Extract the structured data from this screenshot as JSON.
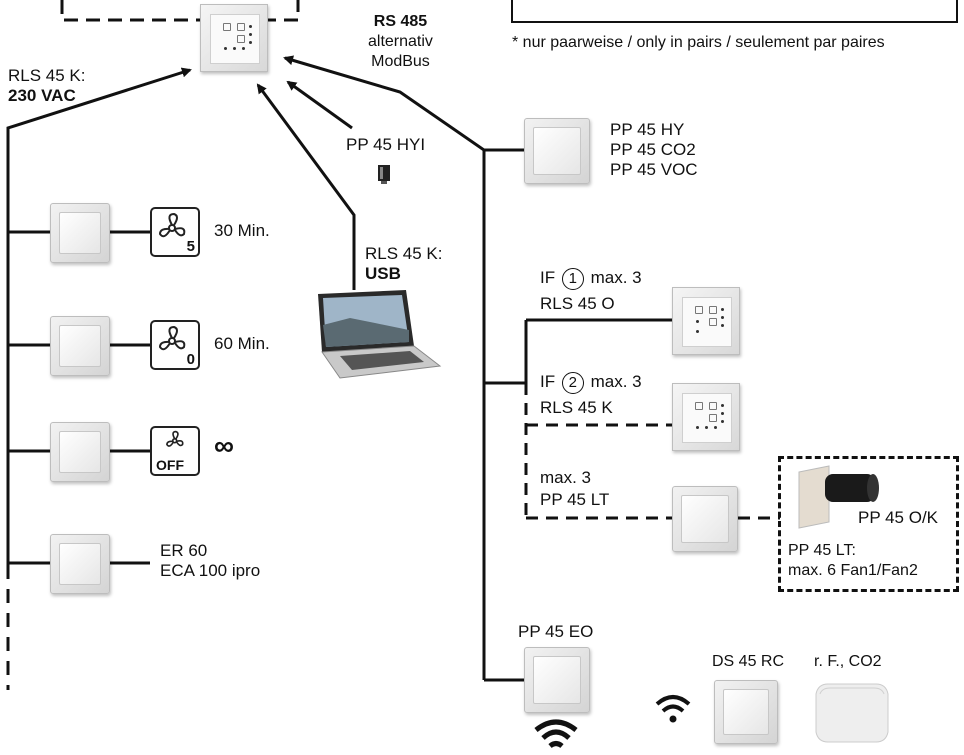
{
  "labels": {
    "rs485_title": "RS 485",
    "rs485_alt1": "alternativ",
    "rs485_alt2": "ModBus",
    "note": "* nur paarweise / only in pairs / seulement par paires",
    "rls45k_power_1": "RLS 45 K:",
    "rls45k_power_2": "230 VAC",
    "pp45hyi": "PP 45 HYI",
    "rls45k_usb_1": "RLS 45 K:",
    "rls45k_usb_2": "USB",
    "sensors_1": "PP 45 HY",
    "sensors_2": "PP 45 CO2",
    "sensors_3": "PP 45 VOC",
    "if1_pre": "IF",
    "if1_num": "1",
    "if1_post": "max. 3",
    "if1_name": "RLS 45 O",
    "if2_pre": "IF",
    "if2_num": "2",
    "if2_post": "max. 3",
    "if2_name": "RLS 45 K",
    "lt_count": "max. 3",
    "lt_name": "PP 45 LT",
    "pp45ok": "PP 45 O/K",
    "lt_note_1": "PP 45 LT:",
    "lt_note_2": "max. 6 Fan1/Fan2",
    "eo": "PP 45 EO",
    "ds45rc": "DS 45 RC",
    "rf_co2": "r. F., CO2",
    "timer_30": "30 Min.",
    "timer_60": "60 Min.",
    "timer_inf": "∞",
    "er60_1": "ER 60",
    "er60_2": "ECA 100 ipro"
  },
  "icons": {
    "fan5_digit": "5",
    "fan0_digit": "0",
    "fanoff_text": "OFF"
  }
}
